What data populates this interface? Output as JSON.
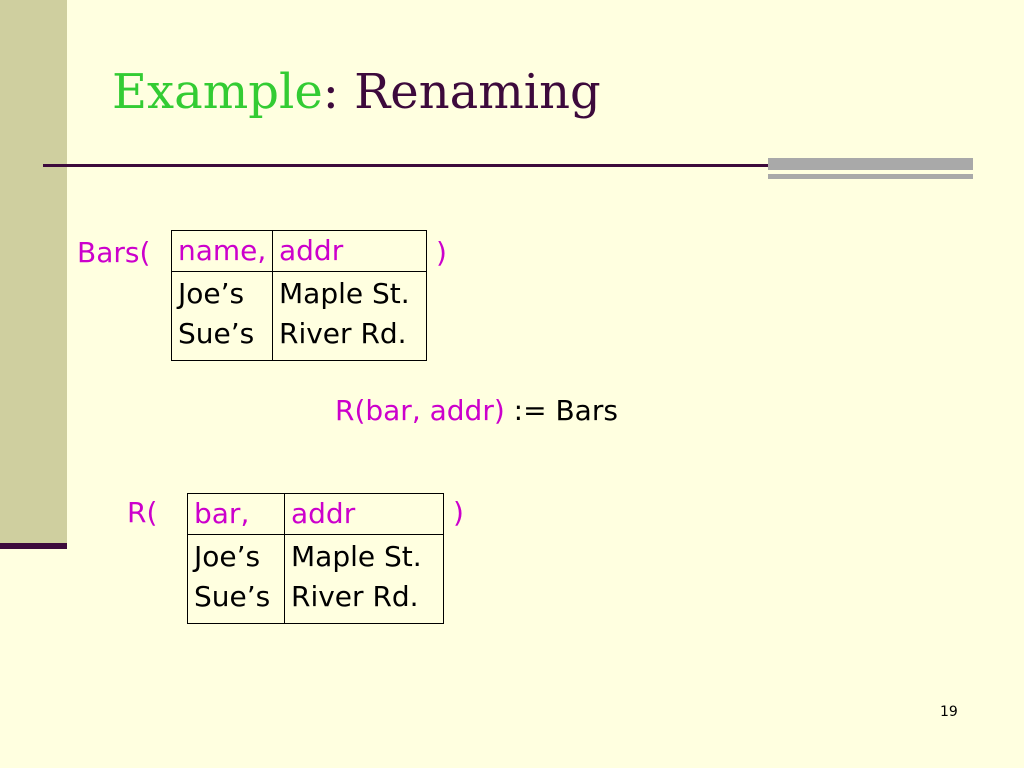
{
  "slide": {
    "title_prefix": "Example",
    "title_suffix": ": Renaming",
    "number": "19"
  },
  "bars": {
    "prefix": "Bars(",
    "close": ")",
    "columns": [
      "name,",
      "addr"
    ],
    "rows": [
      [
        "Joe’s\nSue’s",
        "Maple St.\nRiver Rd."
      ]
    ]
  },
  "statement": {
    "lhs": "R(bar, addr)",
    "rhs": " := Bars"
  },
  "r": {
    "prefix": "R(",
    "close": ")",
    "columns": [
      "bar,",
      "addr"
    ],
    "rows": [
      [
        "Joe’s\nSue’s",
        "Maple St.\nRiver Rd."
      ]
    ]
  },
  "colors": {
    "background": "#ffffe0",
    "left_bar": "#cfcf9f",
    "dark_purple": "#3d0a3c",
    "title_accent": "#33cc33",
    "magenta": "#cc00cc",
    "rule_gray": "#a9a9a9"
  }
}
